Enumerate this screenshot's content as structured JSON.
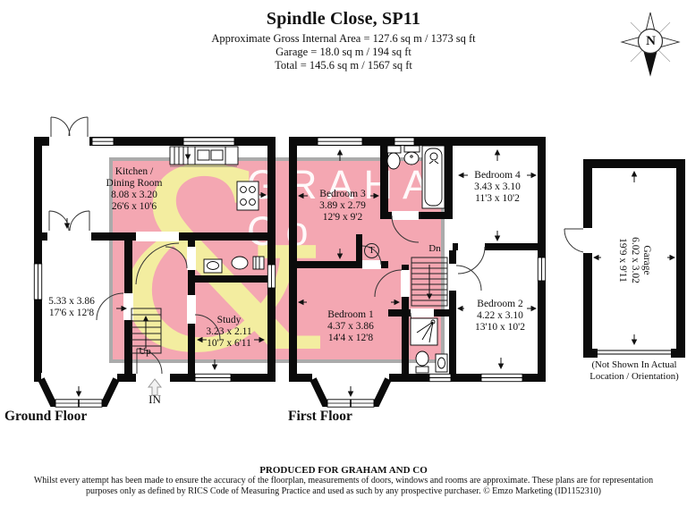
{
  "header": {
    "title": "Spindle Close, SP11",
    "area_line1": "Approximate Gross Internal Area = 127.6 sq m / 1373 sq ft",
    "area_line2": "Garage = 18.0 sq m / 194 sq ft",
    "area_line3": "Total = 145.6 sq m / 1567 sq ft",
    "compass_n": "N"
  },
  "watermark": {
    "ampersand": "&",
    "brand_name": "GRAHAM",
    "brand_suffix": "Co",
    "pink": "#F4A7B2",
    "yellow": "#F3EDA0",
    "border_gray": "#ABABAB"
  },
  "ground_floor": {
    "title": "Ground Floor",
    "kitchen_line1": "Kitchen /",
    "kitchen_line2": "Dining Room",
    "kitchen_metric": "8.08 x 3.20",
    "kitchen_imperial": "26'6 x 10'6",
    "living_metric": "5.33 x 3.86",
    "living_imperial": "17'6 x 12'8",
    "study_name": "Study",
    "study_metric": "3.23 x 2.11",
    "study_imperial": "10'7 x 6'11",
    "stairs_label": "Up",
    "entrance_label": "IN"
  },
  "first_floor": {
    "title": "First Floor",
    "bedroom1_name": "Bedroom 1",
    "bedroom1_metric": "4.37 x 3.86",
    "bedroom1_imperial": "14'4 x 12'8",
    "bedroom2_name": "Bedroom 2",
    "bedroom2_metric": "4.22 x 3.10",
    "bedroom2_imperial": "13'10 x 10'2",
    "bedroom3_name": "Bedroom 3",
    "bedroom3_metric": "3.89 x 2.79",
    "bedroom3_imperial": "12'9 x 9'2",
    "bedroom4_name": "Bedroom 4",
    "bedroom4_metric": "3.43 x 3.10",
    "bedroom4_imperial": "11'3 x 10'2",
    "stairs_label": "Dn",
    "tank_label": "T"
  },
  "garage": {
    "name": "Garage",
    "metric": "6.02 x 3.02",
    "imperial": "19'9 x 9'11",
    "note_line1": "(Not Shown In Actual",
    "note_line2": "Location / Orientation)"
  },
  "footer": {
    "produced": "PRODUCED FOR GRAHAM AND CO",
    "disclaimer_line1": "Whilst every attempt has been made to ensure the accuracy of the floorplan, measurements of doors, windows and rooms are approximate. These plans are for representation",
    "disclaimer_line2": "purposes only as defined by RICS Code of Measuring Practice and used as such by any prospective purchaser. © Emzo Marketing (ID1152310)"
  }
}
